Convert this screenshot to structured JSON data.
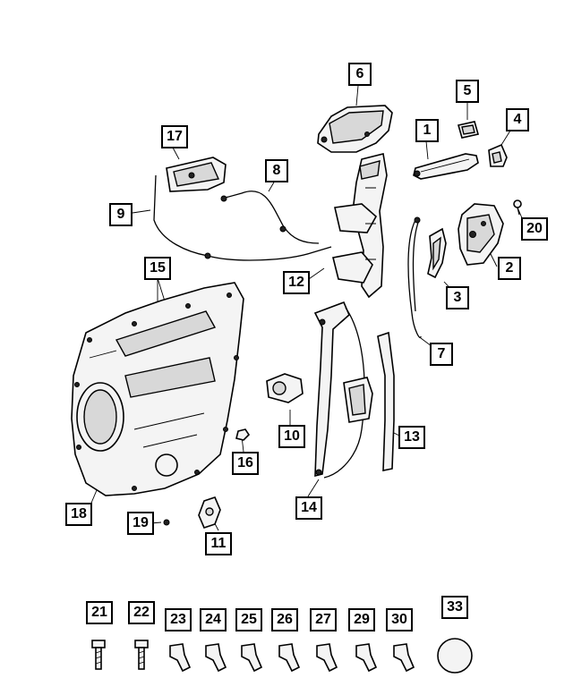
{
  "diagram": {
    "callouts": [
      {
        "id": "c1",
        "label": "1"
      },
      {
        "id": "c2",
        "label": "2"
      },
      {
        "id": "c3",
        "label": "3"
      },
      {
        "id": "c4",
        "label": "4"
      },
      {
        "id": "c5",
        "label": "5"
      },
      {
        "id": "c6",
        "label": "6"
      },
      {
        "id": "c7",
        "label": "7"
      },
      {
        "id": "c8",
        "label": "8"
      },
      {
        "id": "c9",
        "label": "9"
      },
      {
        "id": "c10",
        "label": "10"
      },
      {
        "id": "c11",
        "label": "11"
      },
      {
        "id": "c12",
        "label": "12"
      },
      {
        "id": "c13",
        "label": "13"
      },
      {
        "id": "c14",
        "label": "14"
      },
      {
        "id": "c15",
        "label": "15"
      },
      {
        "id": "c16",
        "label": "16"
      },
      {
        "id": "c17",
        "label": "17"
      },
      {
        "id": "c18",
        "label": "18"
      },
      {
        "id": "c19",
        "label": "19"
      },
      {
        "id": "c20",
        "label": "20"
      },
      {
        "id": "c21",
        "label": "21"
      },
      {
        "id": "c22",
        "label": "22"
      },
      {
        "id": "c23",
        "label": "23"
      },
      {
        "id": "c24",
        "label": "24"
      },
      {
        "id": "c25",
        "label": "25"
      },
      {
        "id": "c26",
        "label": "26"
      },
      {
        "id": "c27",
        "label": "27"
      },
      {
        "id": "c29",
        "label": "29"
      },
      {
        "id": "c30",
        "label": "30"
      },
      {
        "id": "c33",
        "label": "33"
      }
    ]
  }
}
